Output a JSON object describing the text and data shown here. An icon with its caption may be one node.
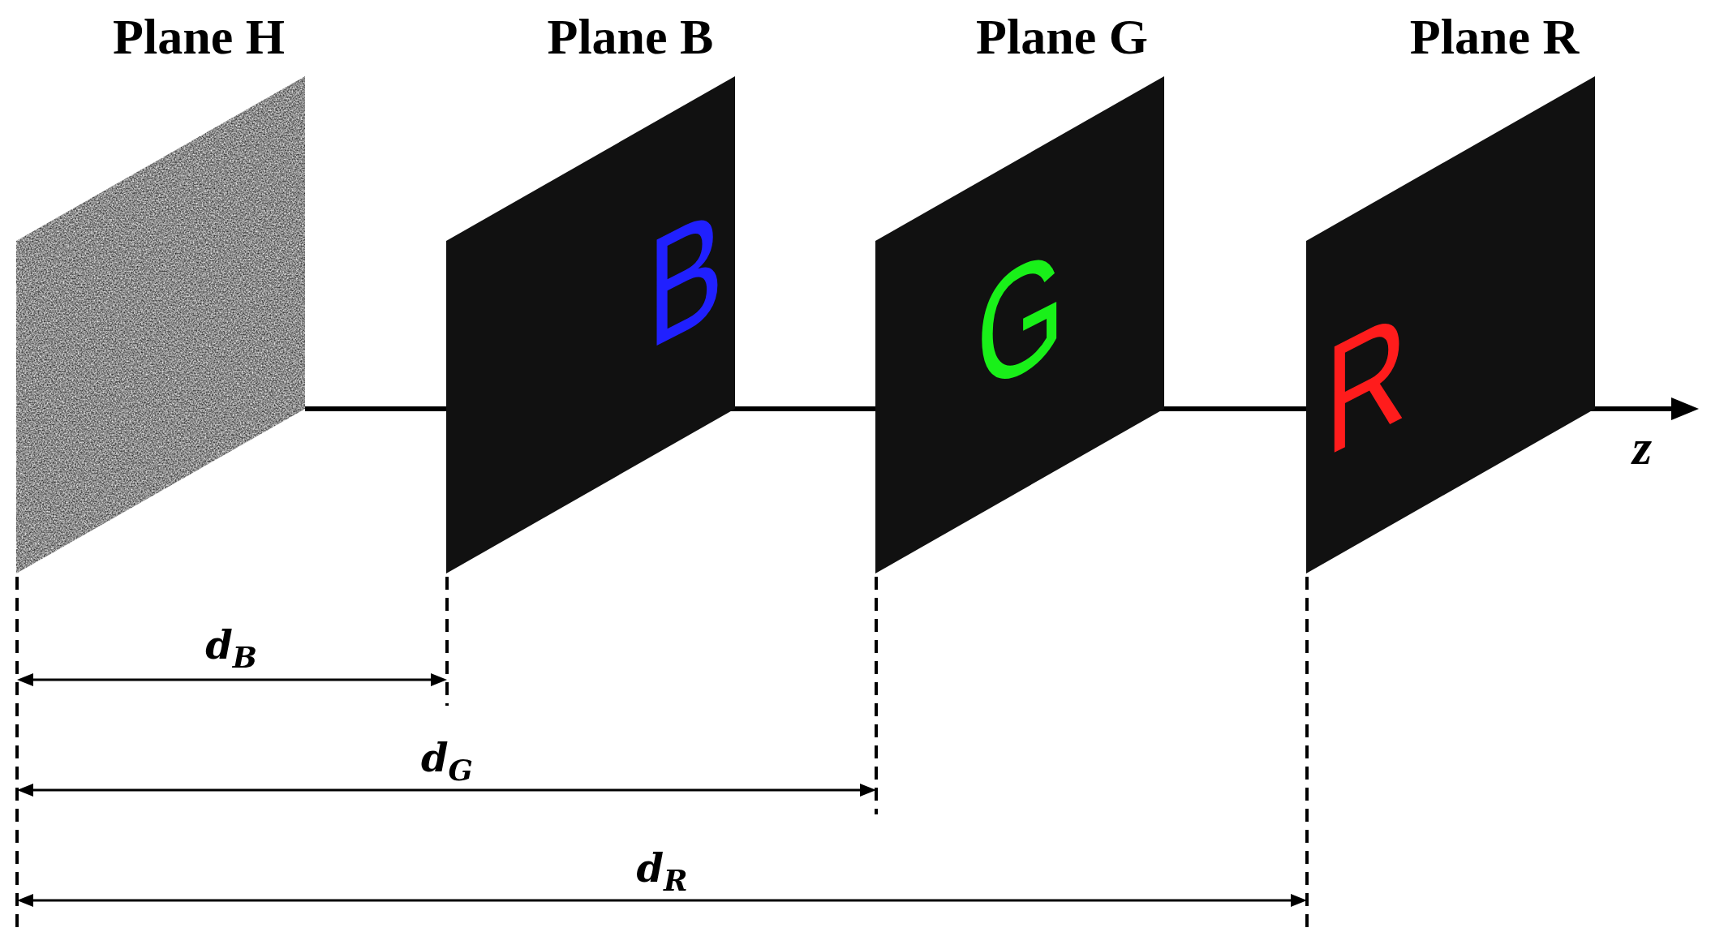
{
  "diagram": {
    "nodes": [
      {
        "text": [
          "Plane H"
        ]
      },
      {
        "text": [
          "Plane B",
          "B"
        ]
      },
      {
        "text": [
          "Plane G",
          "G"
        ]
      },
      {
        "text": [
          "Plane R",
          "R"
        ]
      }
    ],
    "labels": [
      "z",
      "d$_{B}$",
      "d$_{G}$",
      "d$_{R}$"
    ]
  }
}
